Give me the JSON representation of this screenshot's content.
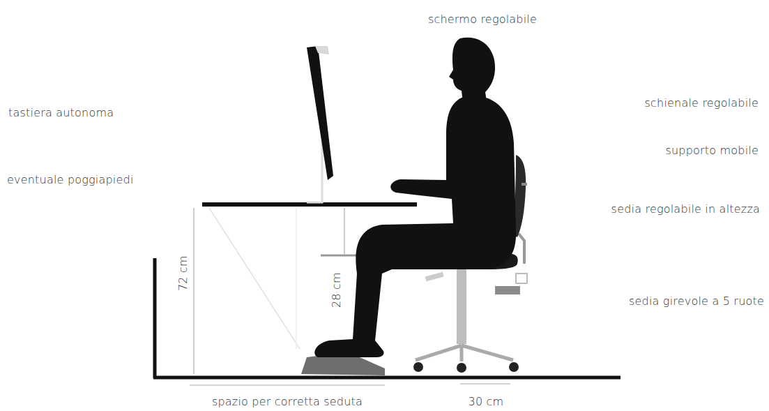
{
  "diagram": {
    "labels": [
      "schermo regolabile",
      "tastiera autonoma",
      "schienale regolabile",
      "supporto mobile",
      "eventuale poggiapiedi",
      "sedia regolabile in altezza",
      "sedia girevole a 5 ruote",
      "72 cm",
      "28 cm",
      "spazio per corretta seduta",
      "30 cm"
    ]
  }
}
